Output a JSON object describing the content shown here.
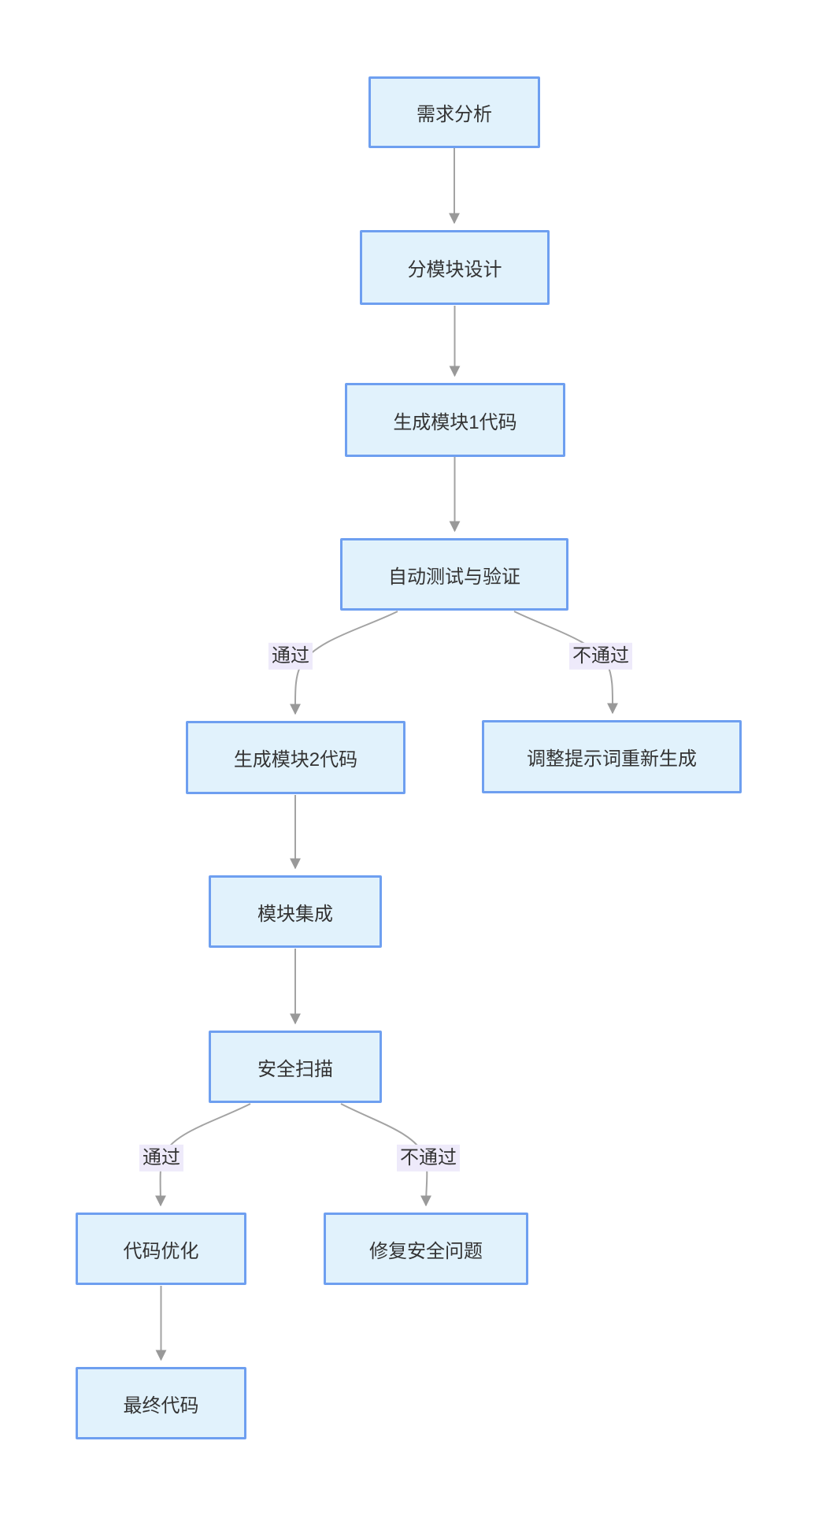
{
  "diagram": {
    "type": "flowchart",
    "direction": "top-down",
    "nodes": [
      {
        "id": "requirements-analysis",
        "label": "需求分析"
      },
      {
        "id": "module-design",
        "label": "分模块设计"
      },
      {
        "id": "generate-module1-code",
        "label": "生成模块1代码"
      },
      {
        "id": "auto-test-verify",
        "label": "自动测试与验证"
      },
      {
        "id": "generate-module2-code",
        "label": "生成模块2代码"
      },
      {
        "id": "adjust-prompt-regenerate",
        "label": "调整提示词重新生成"
      },
      {
        "id": "module-integration",
        "label": "模块集成"
      },
      {
        "id": "security-scan",
        "label": "安全扫描"
      },
      {
        "id": "code-optimization",
        "label": "代码优化"
      },
      {
        "id": "fix-security-issues",
        "label": "修复安全问题"
      },
      {
        "id": "final-code",
        "label": "最终代码"
      }
    ],
    "edges": [
      {
        "from": "需求分析",
        "to": "分模块设计",
        "label": ""
      },
      {
        "from": "分模块设计",
        "to": "生成模块1代码",
        "label": ""
      },
      {
        "from": "生成模块1代码",
        "to": "自动测试与验证",
        "label": ""
      },
      {
        "from": "自动测试与验证",
        "to": "生成模块2代码",
        "label": "通过"
      },
      {
        "from": "自动测试与验证",
        "to": "调整提示词重新生成",
        "label": "不通过"
      },
      {
        "from": "生成模块2代码",
        "to": "模块集成",
        "label": ""
      },
      {
        "from": "模块集成",
        "to": "安全扫描",
        "label": ""
      },
      {
        "from": "安全扫描",
        "to": "代码优化",
        "label": "通过"
      },
      {
        "from": "安全扫描",
        "to": "修复安全问题",
        "label": "不通过"
      },
      {
        "from": "代码优化",
        "to": "最终代码",
        "label": ""
      }
    ],
    "colors": {
      "background": "#ffffff",
      "node_fill": "#e1f2fc",
      "node_border": "#6e9ff0",
      "node_text": "#333333",
      "edge_line": "#a3a3a3",
      "arrowhead": "#999999",
      "edge_label_bg": "#eeeafa",
      "edge_label_text": "#333333"
    }
  }
}
